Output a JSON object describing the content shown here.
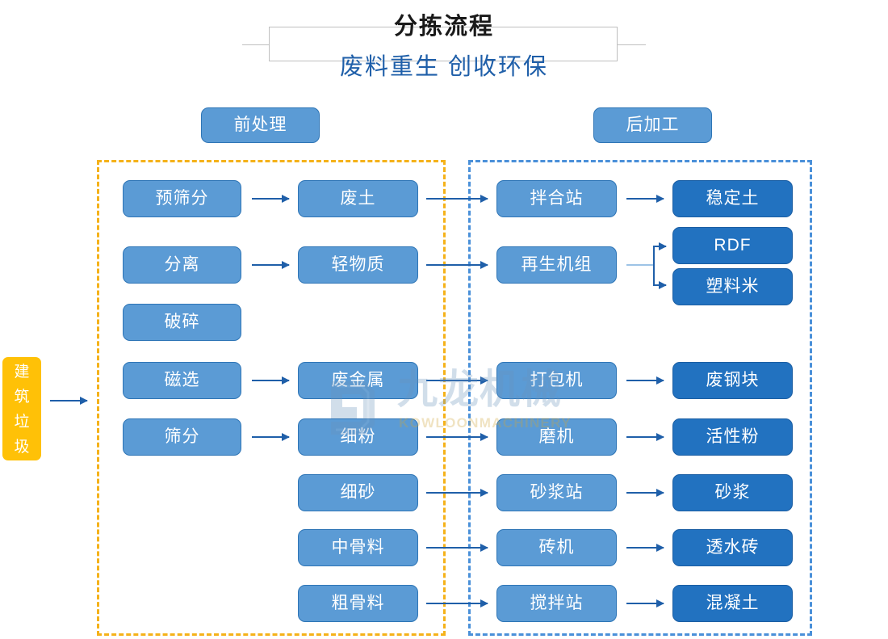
{
  "header": {
    "title": "分拣流程",
    "subtitle": "废料重生 创收环保"
  },
  "sections": {
    "pre_label": "前处理",
    "post_label": "后加工"
  },
  "source": {
    "label": "建筑垃圾",
    "chars": [
      "建",
      "筑",
      "垃",
      "圾"
    ],
    "color": "#ffc107"
  },
  "colors": {
    "node_mid": "#5b9bd5",
    "node_mid_border": "#2e75b6",
    "node_deep": "#2272c0",
    "node_deep_border": "#1b5ea3",
    "arrow": "#1f5fa9",
    "zone_pre_border": "#f5b21a",
    "zone_post_border": "#4a90d9",
    "title_text": "#1a1a1a",
    "subtitle_text": "#1f5fa9"
  },
  "columns": {
    "process_pre": [
      {
        "label": "预筛分"
      },
      {
        "label": "分离"
      },
      {
        "label": "破碎"
      },
      {
        "label": "磁选"
      },
      {
        "label": "筛分"
      }
    ],
    "material": [
      {
        "label": "废土"
      },
      {
        "label": "轻物质"
      },
      {
        "label": "废金属"
      },
      {
        "label": "细粉"
      },
      {
        "label": "细砂"
      },
      {
        "label": "中骨料"
      },
      {
        "label": "粗骨料"
      }
    ],
    "process_post": [
      {
        "label": "拌合站"
      },
      {
        "label": "再生机组"
      },
      {
        "label": "打包机"
      },
      {
        "label": "磨机"
      },
      {
        "label": "砂浆站"
      },
      {
        "label": "砖机"
      },
      {
        "label": "搅拌站"
      }
    ],
    "product": [
      {
        "label": "稳定土"
      },
      {
        "label": "RDF"
      },
      {
        "label": "塑料米"
      },
      {
        "label": "废钢块"
      },
      {
        "label": "活性粉"
      },
      {
        "label": "砂浆"
      },
      {
        "label": "透水砖"
      },
      {
        "label": "混凝土"
      }
    ]
  },
  "watermark": {
    "cn": "九龙机械",
    "en": "KOWLOONMACHINERY"
  }
}
